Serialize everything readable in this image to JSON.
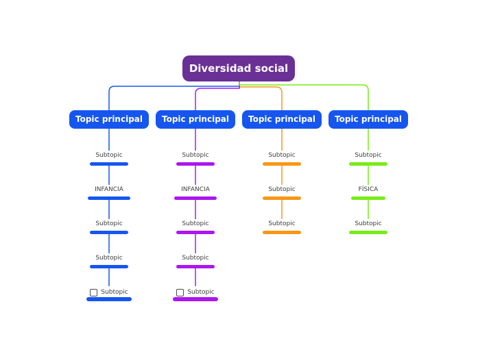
{
  "root": {
    "label": "Diversidad social",
    "fill": "#6A3096",
    "text_color": "#FFFFFF"
  },
  "topic_fill": "#1656EF",
  "text_color": "#3C3C3C",
  "branches": [
    {
      "id": "branch-1",
      "color": "#1656EF",
      "topic": {
        "label": "Topic principal"
      },
      "subtopics": [
        {
          "label": "Subtopic"
        },
        {
          "label": "INFANCIA"
        },
        {
          "label": "Subtopic"
        },
        {
          "label": "Subtopic"
        },
        {
          "label": "Subtopic",
          "checkbox": "unchecked"
        }
      ]
    },
    {
      "id": "branch-2",
      "color": "#AC16EF",
      "topic": {
        "label": "Topic principal"
      },
      "subtopics": [
        {
          "label": "Subtopic"
        },
        {
          "label": "INFANCIA"
        },
        {
          "label": "Subtopic"
        },
        {
          "label": "Subtopic"
        },
        {
          "label": "Subtopic",
          "checkbox": "unchecked"
        }
      ]
    },
    {
      "id": "branch-3",
      "color": "#FA9616",
      "topic": {
        "label": "Topic principal"
      },
      "subtopics": [
        {
          "label": "Subtopic"
        },
        {
          "label": "Subtopic"
        },
        {
          "label": "Subtopic"
        }
      ]
    },
    {
      "id": "branch-4",
      "color": "#77EC17",
      "topic": {
        "label": "Topic principal"
      },
      "subtopics": [
        {
          "label": "Subtopic"
        },
        {
          "label": "FÍSICA"
        },
        {
          "label": "Subtopic"
        }
      ]
    }
  ]
}
